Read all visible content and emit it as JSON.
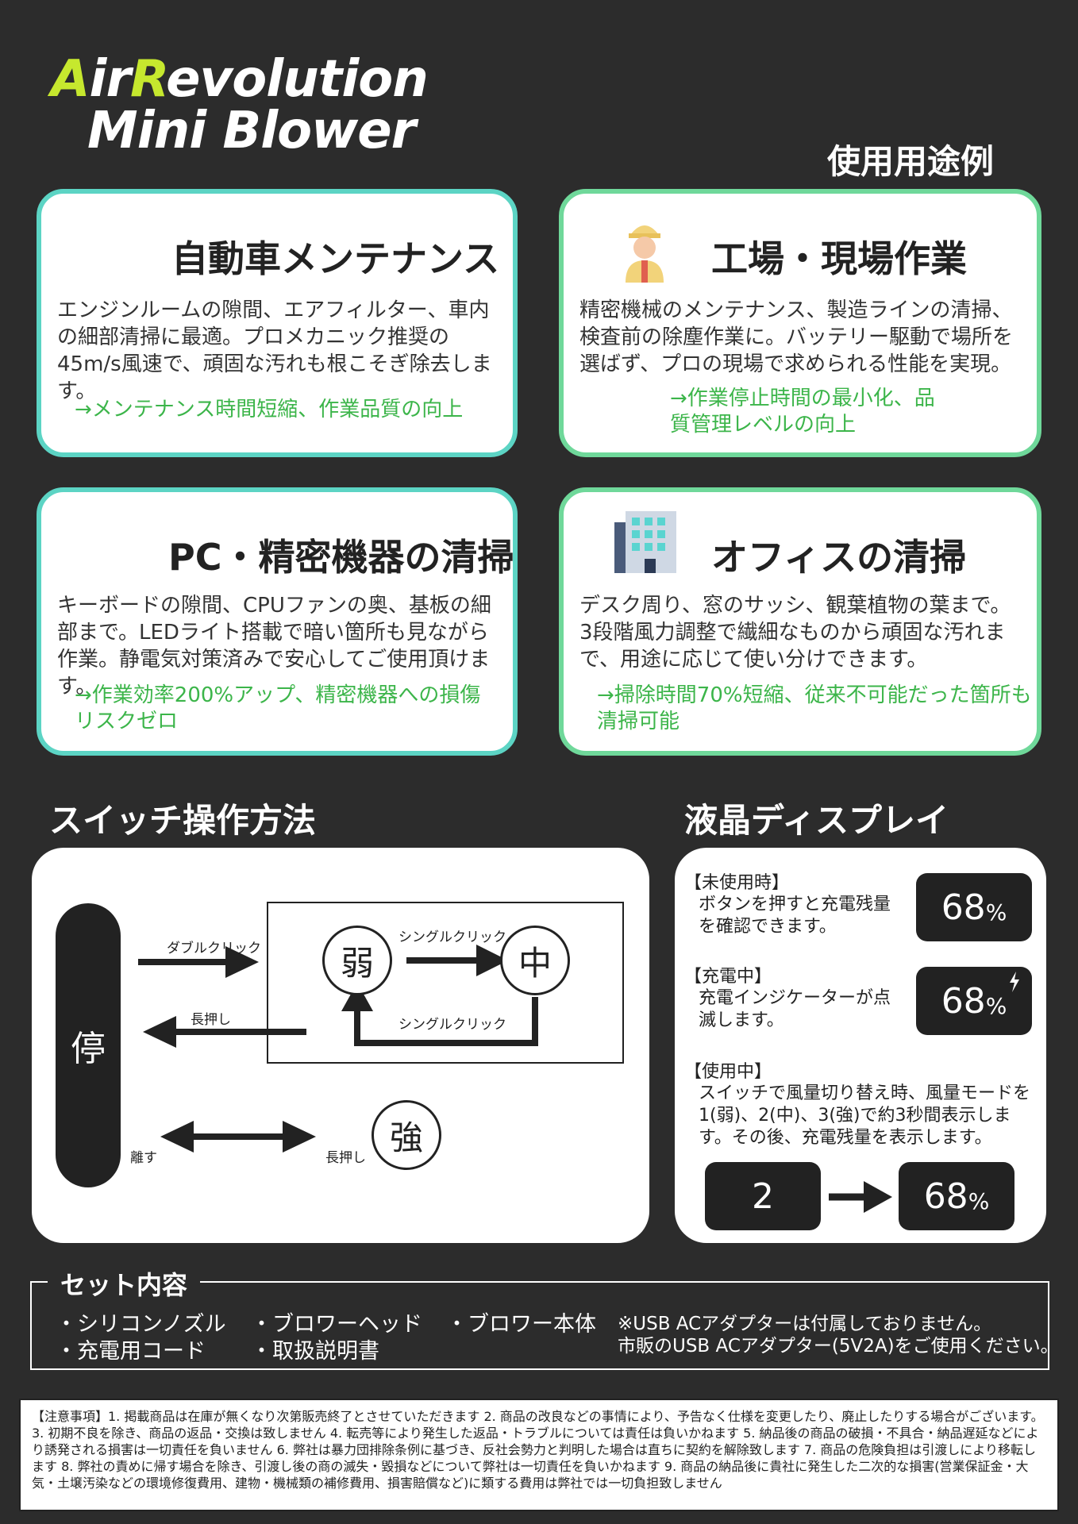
{
  "logo": {
    "line1_a": "A",
    "line1_b": "ir",
    "line1_c": "R",
    "line1_d": "evolution",
    "line2": "Mini Blower"
  },
  "usage_heading": "使用用途例",
  "cards": [
    {
      "title": "自動車メンテナンス",
      "desc": "エンジンルームの隙間、エアフィルター、車内の細部清掃に最適。プロメカニック推奨の45m/s風速で、頑固な汚れも根こそぎ除去します。",
      "benefit": "→メンテナンス時間短縮、作業品質の向上"
    },
    {
      "title": "工場・現場作業",
      "icon": "worker-icon",
      "desc": "精密機械のメンテナンス、製造ラインの清掃、検査前の除塵作業に。バッテリー駆動で場所を選ばず、プロの現場で求められる性能を実現。",
      "benefit": "→作業停止時間の最小化、品質管理レベルの向上"
    },
    {
      "title": "PC・精密機器の清掃",
      "desc": "キーボードの隙間、CPUファンの奥、基板の細部まで。LEDライト搭載で暗い箇所も見ながら作業。静電気対策済みで安心してご使用頂けます。",
      "benefit": "→作業効率200%アップ、精密機器への損傷リスクゼロ"
    },
    {
      "title": "オフィスの清掃",
      "icon": "office-building-icon",
      "desc": "デスク周り、窓のサッシ、観葉植物の葉まで。3段階風力調整で繊細なものから頑固な汚れまで、用途に応じて使い分けできます。",
      "benefit": "→掃除時間70%短縮、従来不可能だった箇所も清掃可能"
    }
  ],
  "switch": {
    "heading": "スイッチ操作方法",
    "stop": "停",
    "weak": "弱",
    "mid": "中",
    "strong": "強",
    "double_click": "ダブルクリック",
    "single_click_1": "シングルクリック",
    "single_click_2": "シングルクリック",
    "long_press_1": "長押し",
    "long_press_2": "長押し",
    "release": "離す"
  },
  "lcd": {
    "heading": "液晶ディスプレイ",
    "unused_label": "【未使用時】",
    "unused_text": "ボタンを押すと充電残量を確認できます。",
    "charging_label": "【充電中】",
    "charging_text": "充電インジケーターが点滅します。",
    "inuse_label": "【使用中】",
    "inuse_text": "スイッチで風量切り替え時、風量モードを1(弱)、2(中)、3(強)で約3秒間表示します。その後、充電残量を表示します。",
    "value": "68",
    "pct": "%",
    "mode_value": "2"
  },
  "set": {
    "title": "セット内容",
    "items": [
      "・シリコンノズル",
      "・ブロワーヘッド",
      "・ブロワー本体",
      "・充電用コード",
      "・取扱説明書"
    ],
    "note1": "※USB ACアダプターは付属しておりません。",
    "note2": "市販のUSB ACアダプター(5V2A)をご使用ください。"
  },
  "notice": "【注意事項】1. 掲載商品は在庫が無くなり次第販売終了とさせていただきます 2. 商品の改良などの事情により、予告なく仕様を変更したり、廃止したりする場合がございます。3. 初期不良を除き、商品の返品・交換は致しません 4. 転売等により発生した返品・トラブルについては責任は負いかねます 5. 納品後の商品の破損・不具合・納品遅延などにより誘発される損害は一切責任を負いません 6. 弊社は暴力団排除条例に基づき、反社会勢力と判明した場合は直ちに契約を解除致します 7. 商品の危険負担は引渡しにより移転します 8. 弊社の責めに帰す場合を除き、引渡し後の商の滅失・毀損などについて弊社は一切責任を負いかねます 9. 商品の納品後に貴社に発生した二次的な損害(営業保証金・大気・土壌汚染などの環境修復費用、建物・機械類の補修費用、損害賠償など)に類する費用は弊社では一切負担致しません"
}
